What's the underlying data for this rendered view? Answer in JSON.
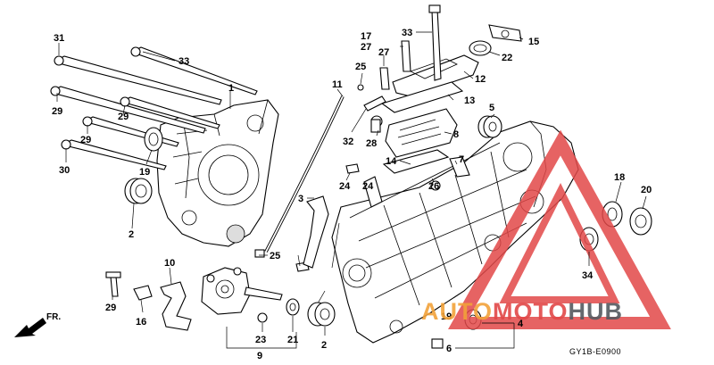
{
  "diagram": {
    "code": "GY1B-E0900",
    "direction_label": "FR.",
    "accent_red": "#e24848",
    "accent_orange": "#f2a23a",
    "accent_grey": "#555a60"
  },
  "watermark": {
    "part1": "AUTO",
    "part2": "MOTO",
    "part3": "HUB"
  },
  "callouts": [
    "31",
    "33",
    "29",
    "1",
    "29",
    "29",
    "30",
    "19",
    "2",
    "11",
    "25",
    "32",
    "24",
    "25",
    "3",
    "10",
    "29",
    "16",
    "23",
    "21",
    "9",
    "2",
    "33",
    "17",
    "27",
    "27",
    "15",
    "22",
    "12",
    "13",
    "28",
    "8",
    "14",
    "7",
    "26",
    "24",
    "5",
    "18",
    "20",
    "19",
    "34",
    "4",
    "6"
  ]
}
